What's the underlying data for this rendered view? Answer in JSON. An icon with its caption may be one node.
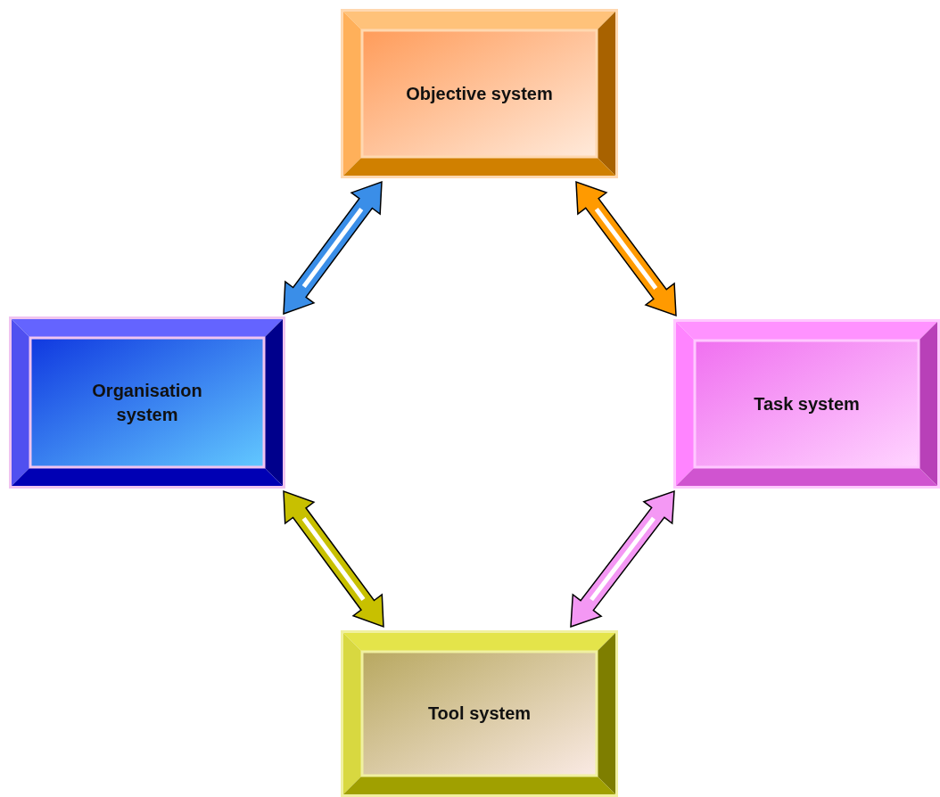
{
  "diagram": {
    "nodes": [
      {
        "text": [
          "Objective system"
        ]
      },
      {
        "text": [
          "Organisation system"
        ]
      },
      {
        "text": [
          "Task system"
        ]
      },
      {
        "text": [
          "Tool system"
        ]
      }
    ],
    "edges": [
      {
        "from": 1,
        "to": 0,
        "arrow": "both",
        "color": "#3a8ee8"
      },
      {
        "from": 0,
        "to": 2,
        "arrow": "both",
        "color": "#ff9a00"
      },
      {
        "from": 1,
        "to": 3,
        "arrow": "both",
        "color": "#c8c000"
      },
      {
        "from": 3,
        "to": 2,
        "arrow": "both",
        "color": "#f498f4"
      }
    ]
  }
}
